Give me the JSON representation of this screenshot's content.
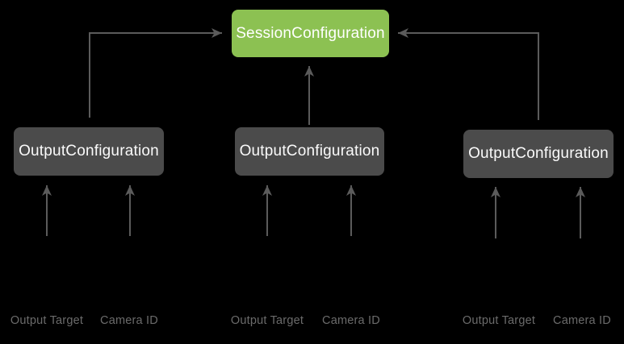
{
  "diagram": {
    "nodes": {
      "session": {
        "label": "SessionConfiguration"
      },
      "outputs": [
        {
          "label": "OutputConfiguration"
        },
        {
          "label": "OutputConfiguration"
        },
        {
          "label": "OutputConfiguration"
        }
      ]
    },
    "input_labels": {
      "groups": [
        {
          "output_target": "Output Target",
          "camera_id": "Camera ID"
        },
        {
          "output_target": "Output Target",
          "camera_id": "Camera ID"
        },
        {
          "output_target": "Output Target",
          "camera_id": "Camera ID"
        }
      ]
    },
    "colors": {
      "background": "#000000",
      "session_node_fill": "#8cc152",
      "output_node_fill": "#4b4b4b",
      "node_text": "#fafafa",
      "arrow": "#5b5b5b",
      "input_label_text": "#6b6b6b"
    }
  }
}
